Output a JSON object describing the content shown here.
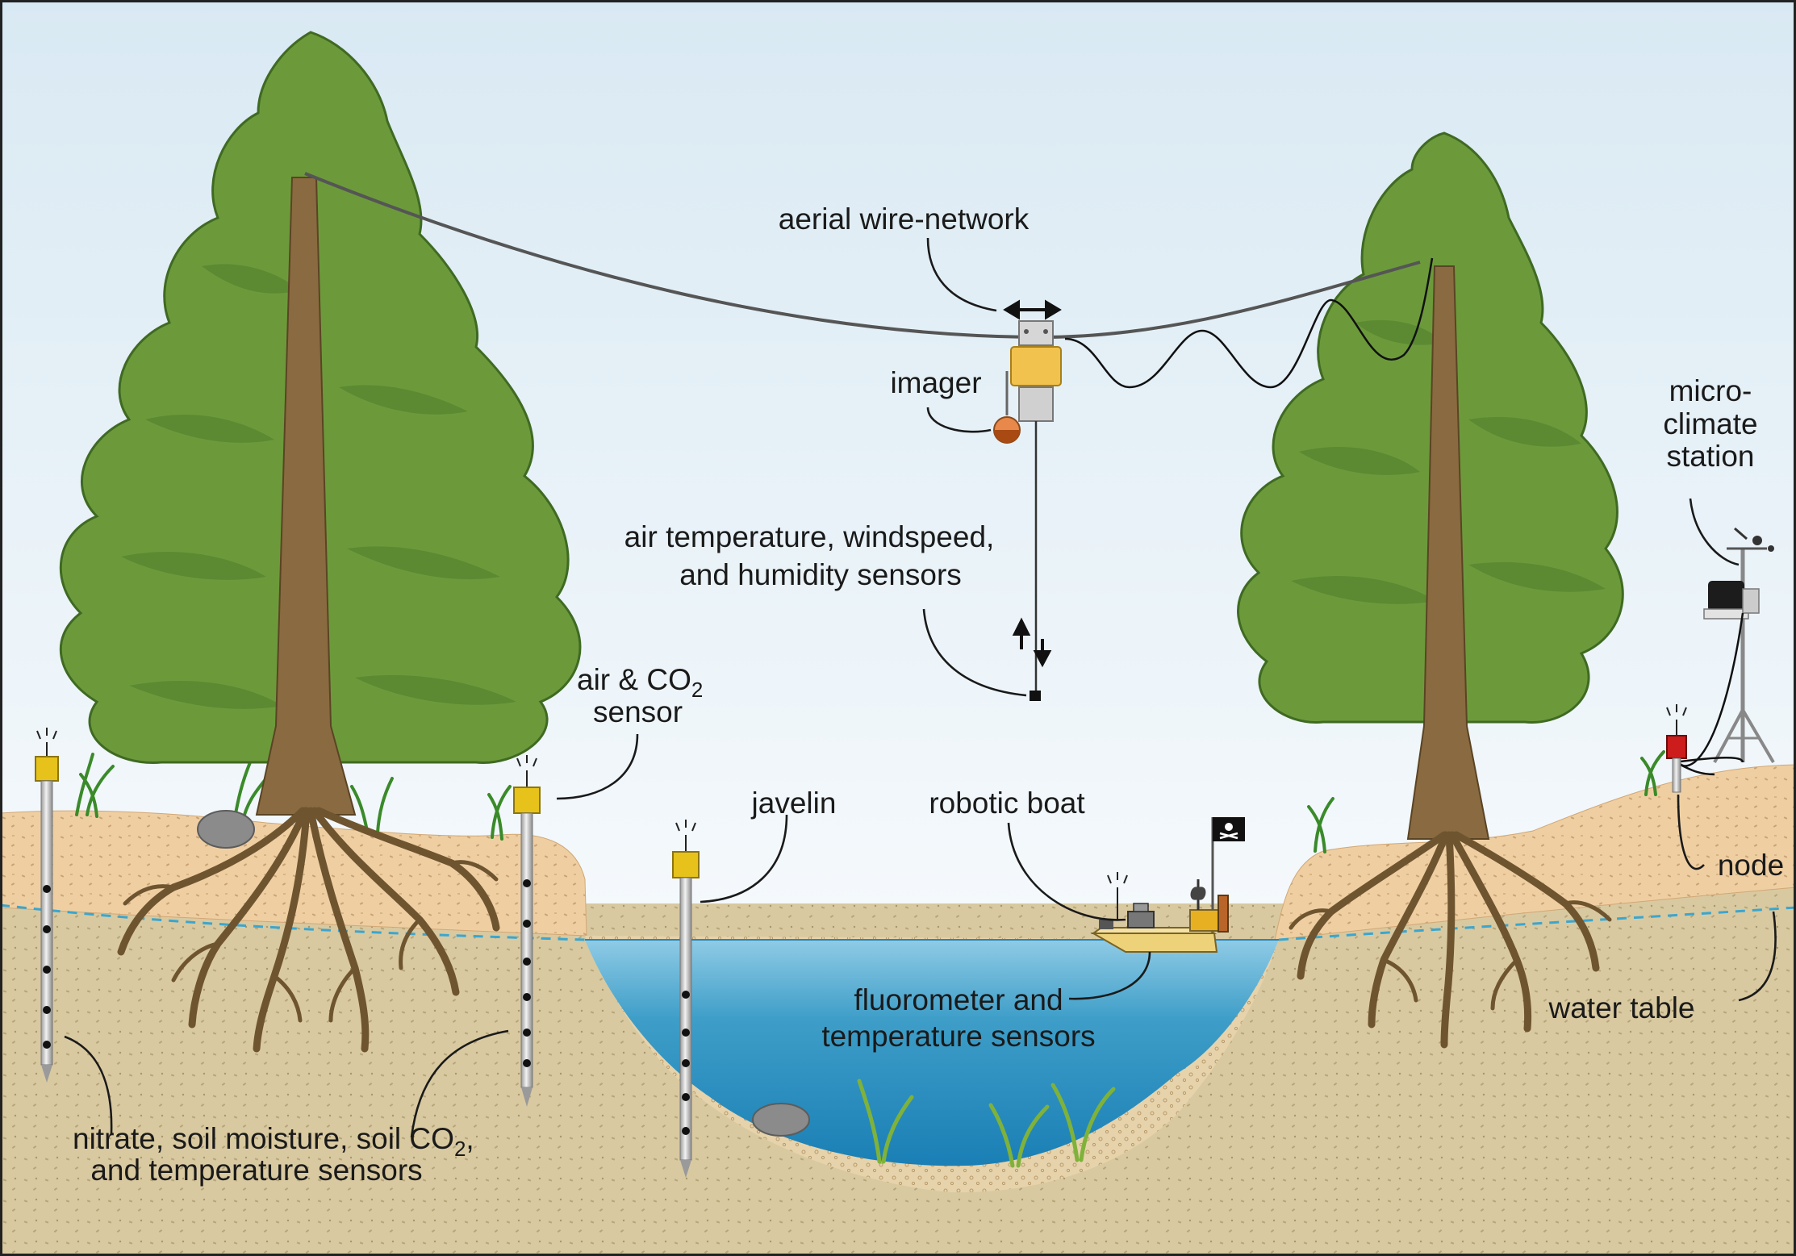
{
  "labels": {
    "aerial_wire_network": "aerial wire-network",
    "imager": "imager",
    "air_sensors_line1": "air temperature, windspeed,",
    "air_sensors_line2": "and humidity sensors",
    "air_co2_line1_prefix": "air & CO",
    "air_co2_line1_sub": "2",
    "air_co2_line2": "sensor",
    "javelin": "javelin",
    "robotic_boat": "robotic boat",
    "fluorometer_line1": "fluorometer and",
    "fluorometer_line2": "temperature sensors",
    "microclimate_line1": "micro-",
    "microclimate_line2": "climate",
    "microclimate_line3": "station",
    "node": "node",
    "water_table": "water table",
    "soil_line1_prefix": "nitrate, soil moisture, soil CO",
    "soil_line1_sub": "2",
    "soil_line1_suffix": ",",
    "soil_line2": "and temperature sensors"
  },
  "icons": {
    "arrows_horizontal": "double-arrow-horizontal-icon",
    "arrows_vertical": "double-arrow-vertical-icon",
    "pirate_flag": "jolly-roger-flag-icon",
    "antenna": "radio-antenna-icon"
  },
  "colors": {
    "sky_top": "#d9e9f3",
    "sky_bottom": "#ffffff",
    "foliage": "#6c9a3b",
    "foliage_dark": "#3f6a22",
    "trunk": "#8a6a40",
    "roots": "#6e5530",
    "soil_top": "#efcfa2",
    "soil_deep": "#d9c9a0",
    "water": "#3e9ec8",
    "water_light": "#8fcbe6",
    "sensor_cap": "#e6c21a",
    "node_red": "#cc1c1c",
    "water_table_line": "#3aa6cf",
    "wire": "#555555"
  }
}
